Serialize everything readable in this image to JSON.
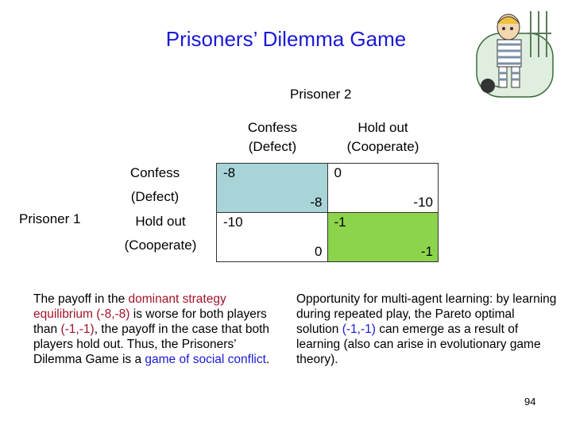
{
  "title": "Prisoners’ Dilemma Game",
  "prisoner2_label": "Prisoner 2",
  "prisoner1_label": "Prisoner 1",
  "columns": [
    {
      "line1": "Confess",
      "line2": "(Defect)"
    },
    {
      "line1": "Hold out",
      "line2": "(Cooperate)"
    }
  ],
  "rows": [
    {
      "line1": "Confess",
      "line2": "(Defect)"
    },
    {
      "line1": "Hold out",
      "line2": "(Cooperate)"
    }
  ],
  "payoffs": [
    [
      {
        "p1": "-8",
        "p2": "-8"
      },
      {
        "p1": "0",
        "p2": "-10"
      }
    ],
    [
      {
        "p1": "-10",
        "p2": "0"
      },
      {
        "p1": "-1",
        "p2": "-1"
      }
    ]
  ],
  "left_text": {
    "t1": "The payoff in the ",
    "t2": "dominant strategy equilibrium (-8,-8)",
    "t3": " is worse for both players than ",
    "t4": "(-1,-1)",
    "t5": ", the payoff in the case that both players hold out. Thus, the Prisoners’ Dilemma Game is a ",
    "t6": "game of social conflict",
    "t7": "."
  },
  "right_text": {
    "t1": "Opportunity for multi-agent learning: by learning during repeated play, the Pareto optimal solution ",
    "t2": "(-1,-1)",
    "t3": " can emerge as a result of learning (also can arise in evolutionary game theory)."
  },
  "page_number": "94",
  "colors": {
    "title": "#1a1ad8",
    "cell_confess_confess": "#a8d4d8",
    "cell_holdout_holdout": "#8cd44c",
    "emphasis_red": "#a0142a",
    "emphasis_blue": "#1a1ad8"
  },
  "clipart_icon": "prisoner-clipart-icon"
}
